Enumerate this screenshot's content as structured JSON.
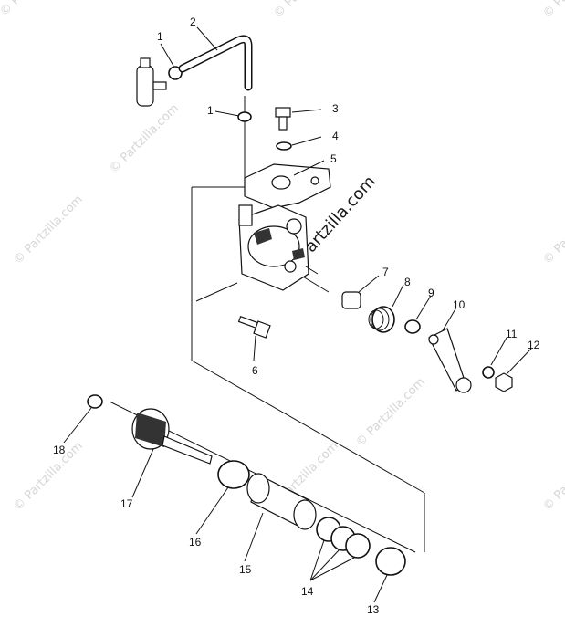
{
  "watermarks": {
    "corner_mark": "© Partzilla.com",
    "center_mark": "Partzilla.com"
  },
  "callouts": [
    "1",
    "2",
    "1",
    "3",
    "4",
    "5",
    "6",
    "7",
    "8",
    "9",
    "10",
    "11",
    "12",
    "13",
    "14",
    "15",
    "16",
    "17",
    "18"
  ]
}
